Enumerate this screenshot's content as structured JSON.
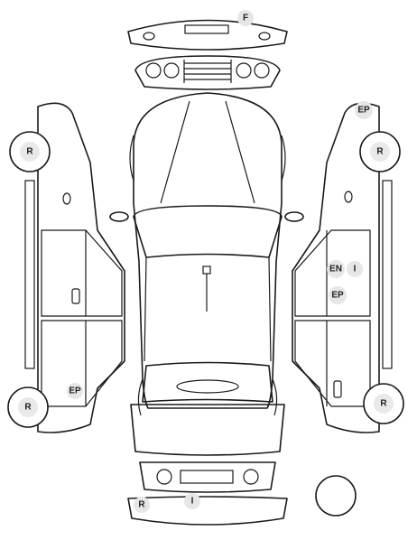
{
  "markers": {
    "front": "F",
    "rear_r": "R",
    "rear_i": "I",
    "wheel_left_front": "R",
    "wheel_left_rear": "R",
    "wheel_right_front": "R",
    "wheel_right_rear": "R",
    "left_ep": "EP",
    "right_ep_top": "EP",
    "right_en": "EN",
    "right_i": "I",
    "right_ep_mid": "EP"
  }
}
